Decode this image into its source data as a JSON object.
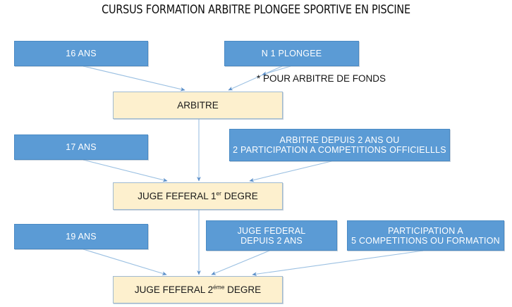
{
  "title": "CURSUS FORMATION ARBITRE PLONGEE SPORTIVE EN PISCINE",
  "footnote": "* POUR ARBITRE DE FONDS",
  "colors": {
    "box_blue_fill": "#5B9BD5",
    "box_blue_border": "#4A8AC4",
    "box_cream_fill": "#FDF0CE",
    "box_cream_border": "#9FBAD1",
    "connector": "#8CB4DC",
    "text_light": "#FFFFFF",
    "text_dark": "#1A1A1A",
    "background": "#FFFFFF"
  },
  "nodes": [
    {
      "id": "age-16",
      "label": "16 ANS",
      "kind": "blue"
    },
    {
      "id": "n1-plongee",
      "label": "N 1 PLONGEE",
      "kind": "blue"
    },
    {
      "id": "arbitre",
      "label": "ARBITRE",
      "kind": "cream"
    },
    {
      "id": "age-17",
      "label": "17 ANS",
      "kind": "blue"
    },
    {
      "id": "arbitre-depuis",
      "label": "ARBITRE DEPUIS 2 ANS OU\n2 PARTICIPATION A COMPETITIONS OFFICIELLLS",
      "kind": "blue"
    },
    {
      "id": "juge-1er",
      "label": "JUGE FEFERAL 1er DEGRE",
      "kind": "cream"
    },
    {
      "id": "age-19",
      "label": "19 ANS",
      "kind": "blue"
    },
    {
      "id": "juge-federal-2ans",
      "label": "JUGE FEDERAL\nDEPUIS 2 ANS",
      "kind": "blue"
    },
    {
      "id": "participation-5",
      "label": "PARTICIPATION A\n5 COMPETITIONS OU FORMATION",
      "kind": "blue"
    },
    {
      "id": "juge-2eme",
      "label": "JUGE FEFERAL 2éme DEGRE",
      "kind": "cream"
    }
  ],
  "node_text": {
    "age_16": "16 ANS",
    "n1_plongee": "N 1 PLONGEE",
    "arbitre": "ARBITRE",
    "age_17": "17 ANS",
    "arbitre_depuis_line1": "ARBITRE DEPUIS 2 ANS OU",
    "arbitre_depuis_line2": "2 PARTICIPATION A COMPETITIONS OFFICIELLLS",
    "juge_1er_pre": "JUGE FEFERAL 1",
    "juge_1er_sup": "er",
    "juge_1er_post": " DEGRE",
    "age_19": "19 ANS",
    "juge_federal_2ans_line1": "JUGE FEDERAL",
    "juge_federal_2ans_line2": "DEPUIS 2 ANS",
    "participation_line1": "PARTICIPATION A",
    "participation_line2": "5 COMPETITIONS OU FORMATION",
    "juge_2eme_pre": "JUGE FEFERAL 2",
    "juge_2eme_sup": "éme",
    "juge_2eme_post": " DEGRE"
  },
  "edges": [
    {
      "from": "age-16",
      "to": "arbitre"
    },
    {
      "from": "n1-plongee",
      "to": "arbitre"
    },
    {
      "from": "age-17",
      "to": "juge-1er"
    },
    {
      "from": "arbitre",
      "to": "juge-1er"
    },
    {
      "from": "arbitre-depuis",
      "to": "juge-1er"
    },
    {
      "from": "age-19",
      "to": "juge-2eme"
    },
    {
      "from": "juge-1er",
      "to": "juge-2eme"
    },
    {
      "from": "juge-federal-2ans",
      "to": "juge-2eme"
    },
    {
      "from": "participation-5",
      "to": "juge-2eme"
    }
  ]
}
